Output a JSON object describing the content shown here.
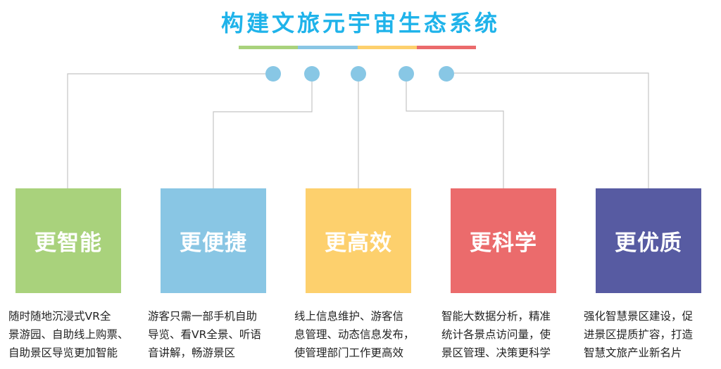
{
  "title": "构建文旅元宇宙生态系统",
  "colors": {
    "title": "#1fb3ea",
    "dot": "#88c7e5",
    "line": "#c4c4c4",
    "green": "#a9d27c",
    "blue": "#89c6e4",
    "yellow": "#fdd06d",
    "red": "#eb6b6c",
    "purple": "#575ba2"
  },
  "underline_colors": [
    "#a9d27c",
    "#89c6e4",
    "#fdd06d",
    "#eb6b6c"
  ],
  "items": [
    {
      "label": "更智能",
      "color": "#a9d27c",
      "lines": [
        "随时随地沉浸式VR全",
        "景游园、自助线上购票、",
        "自助景区导览更加智能"
      ]
    },
    {
      "label": "更便捷",
      "color": "#89c6e4",
      "lines": [
        "游客只需一部手机自助",
        "导览、看VR全景、听语",
        "音讲解，畅游景区"
      ]
    },
    {
      "label": "更高效",
      "color": "#fdd06d",
      "lines": [
        "线上信息维护、游客信",
        "息管理、动态信息发布，",
        "使管理部门工作更高效"
      ]
    },
    {
      "label": "更科学",
      "color": "#eb6b6c",
      "lines": [
        "智能大数据分析，精准",
        "统计各景点访问量，使",
        "景区管理、决策更科学"
      ]
    },
    {
      "label": "更优质",
      "color": "#575ba2",
      "lines": [
        "强化智慧景区建设，促",
        "进景区提质扩容，打造",
        "智慧文旅产业新名片"
      ]
    }
  ]
}
